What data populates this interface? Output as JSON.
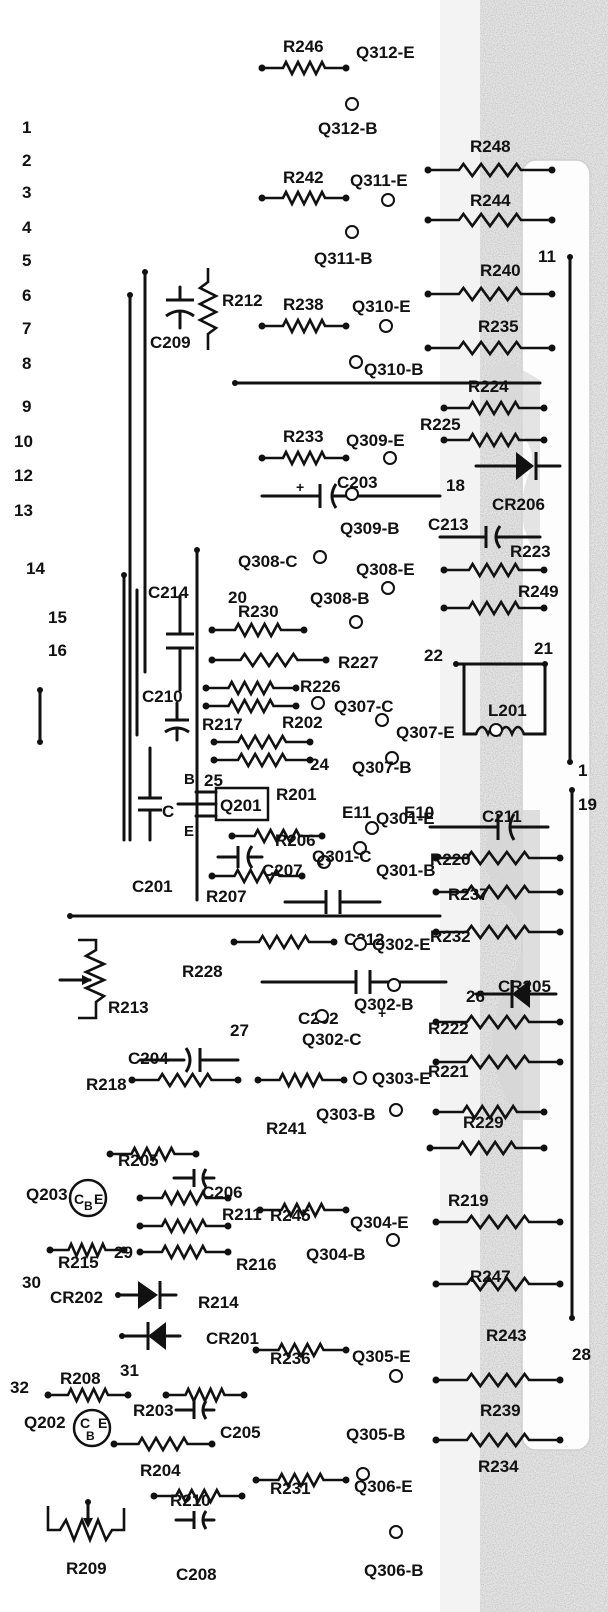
{
  "rows": [
    "1",
    "2",
    "3",
    "4",
    "5",
    "6",
    "7",
    "8",
    "9",
    "10",
    "12",
    "13",
    "14",
    "15",
    "16"
  ],
  "resistors": [
    {
      "label": "R246"
    },
    {
      "label": "R242"
    },
    {
      "label": "R238"
    },
    {
      "label": "R233"
    },
    {
      "label": "R248"
    },
    {
      "label": "R244"
    },
    {
      "label": "R240"
    },
    {
      "label": "R235"
    },
    {
      "label": "R224"
    },
    {
      "label": "R225"
    },
    {
      "label": "R223"
    },
    {
      "label": "R249"
    },
    {
      "label": "R212"
    },
    {
      "label": "R230"
    },
    {
      "label": "R227"
    },
    {
      "label": "R226"
    },
    {
      "label": "R217"
    },
    {
      "label": "R202"
    },
    {
      "label": "R201"
    },
    {
      "label": "R206"
    },
    {
      "label": "R207"
    },
    {
      "label": "R220"
    },
    {
      "label": "R237"
    },
    {
      "label": "R232"
    },
    {
      "label": "R228"
    },
    {
      "label": "R213"
    },
    {
      "label": "R222"
    },
    {
      "label": "R221"
    },
    {
      "label": "R218"
    },
    {
      "label": "R241"
    },
    {
      "label": "R229"
    },
    {
      "label": "R219"
    },
    {
      "label": "R205"
    },
    {
      "label": "R211"
    },
    {
      "label": "R245"
    },
    {
      "label": "R216"
    },
    {
      "label": "R215"
    },
    {
      "label": "R214"
    },
    {
      "label": "R247"
    },
    {
      "label": "R243"
    },
    {
      "label": "R208"
    },
    {
      "label": "R203"
    },
    {
      "label": "R236"
    },
    {
      "label": "R204"
    },
    {
      "label": "R239"
    },
    {
      "label": "R234"
    },
    {
      "label": "R210"
    },
    {
      "label": "R231"
    },
    {
      "label": "R209"
    }
  ],
  "capacitors": [
    {
      "label": "C209"
    },
    {
      "label": "C203"
    },
    {
      "label": "C213"
    },
    {
      "label": "C214"
    },
    {
      "label": "C210"
    },
    {
      "label": "C201"
    },
    {
      "label": "C207"
    },
    {
      "label": "C212"
    },
    {
      "label": "C211"
    },
    {
      "label": "C202"
    },
    {
      "label": "C204"
    },
    {
      "label": "C206"
    },
    {
      "label": "C205"
    },
    {
      "label": "C208"
    },
    {
      "label": "C"
    }
  ],
  "diodes": [
    {
      "label": "CR206"
    },
    {
      "label": "CR205"
    },
    {
      "label": "CR202"
    },
    {
      "label": "CR201"
    }
  ],
  "inductors": [
    {
      "label": "L201"
    }
  ],
  "transistors": [
    {
      "label": "Q201",
      "pins": [
        "B",
        "C",
        "E"
      ]
    },
    {
      "label": "Q203",
      "pins": [
        "C",
        "B",
        "E"
      ]
    },
    {
      "label": "Q202",
      "pins": [
        "C",
        "B",
        "E"
      ]
    }
  ],
  "pads": [
    {
      "label": "Q312-E"
    },
    {
      "label": "Q312-B"
    },
    {
      "label": "Q311-E"
    },
    {
      "label": "Q311-B"
    },
    {
      "label": "Q310-E"
    },
    {
      "label": "Q310-B"
    },
    {
      "label": "Q309-E"
    },
    {
      "label": "Q309-B"
    },
    {
      "label": "Q308-C"
    },
    {
      "label": "Q308-E"
    },
    {
      "label": "Q308-B"
    },
    {
      "label": "Q307-C"
    },
    {
      "label": "Q307-E"
    },
    {
      "label": "Q307-B"
    },
    {
      "label": "Q301-E"
    },
    {
      "label": "Q301-C"
    },
    {
      "label": "Q301-B"
    },
    {
      "label": "Q302-E"
    },
    {
      "label": "Q302-B"
    },
    {
      "label": "Q302-C"
    },
    {
      "label": "Q303-E"
    },
    {
      "label": "Q303-B"
    },
    {
      "label": "Q304-E"
    },
    {
      "label": "Q304-B"
    },
    {
      "label": "Q305-E"
    },
    {
      "label": "Q305-B"
    },
    {
      "label": "Q306-E"
    },
    {
      "label": "Q306-B"
    }
  ],
  "terminals": [
    "11",
    "18",
    "20",
    "25",
    "24",
    "E11",
    "E10",
    "22",
    "21",
    "26",
    "27",
    "29",
    "30",
    "31",
    "32",
    "28",
    "19",
    "1"
  ],
  "polarity": "+"
}
